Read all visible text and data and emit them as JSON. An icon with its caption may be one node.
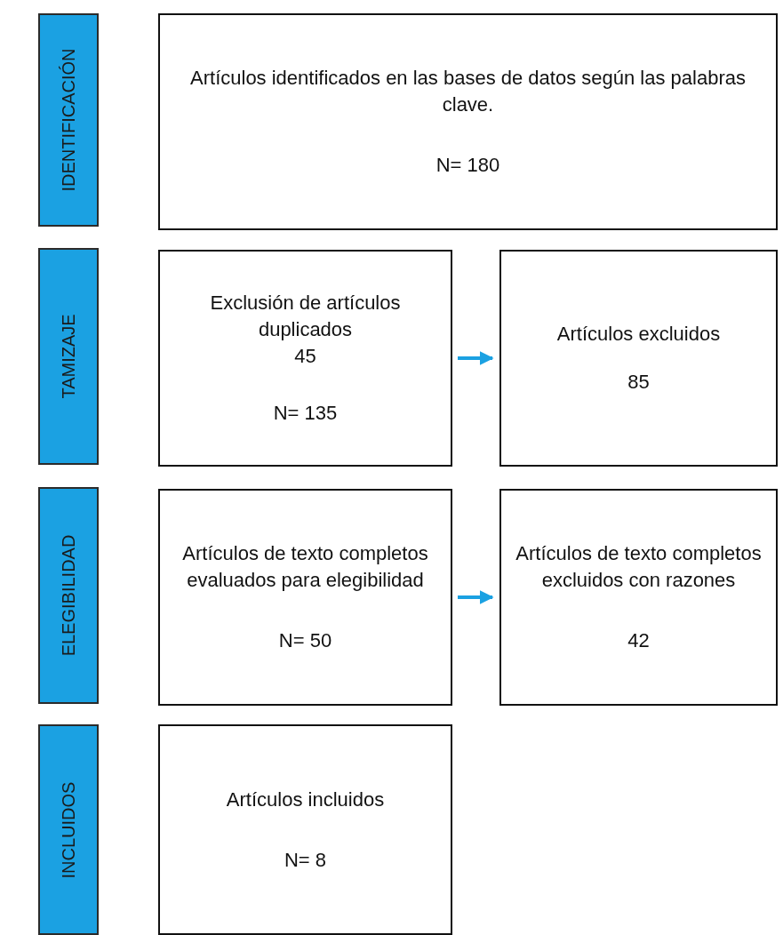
{
  "diagram": {
    "nodes": [
      {
        "text": [
          "IDENTIFICACIÓN"
        ]
      },
      {
        "text": [
          "Artículos identificados en las bases de datos según las palabras clave.",
          "N= 180"
        ]
      },
      {
        "text": [
          "TAMIZAJE"
        ]
      },
      {
        "text": [
          "Exclusión de artículos duplicados",
          "45",
          "N= 135"
        ]
      },
      {
        "text": [
          "Artículos excluidos",
          "85"
        ]
      },
      {
        "text": [
          "ELEGIBILIDAD"
        ]
      },
      {
        "text": [
          "Artículos de texto completos evaluados para elegibilidad",
          "N= 50"
        ]
      },
      {
        "text": [
          "Artículos de texto completos excluidos con razones",
          "42"
        ]
      },
      {
        "text": [
          "INCLUIDOS"
        ]
      },
      {
        "text": [
          "Artículos incluidos",
          "N= 8"
        ]
      }
    ],
    "edges": [
      {
        "from": 3,
        "to": 4,
        "arrow": "to",
        "color": "#1ba1e2"
      },
      {
        "from": 6,
        "to": 7,
        "arrow": "to",
        "color": "#1ba1e2"
      }
    ]
  }
}
